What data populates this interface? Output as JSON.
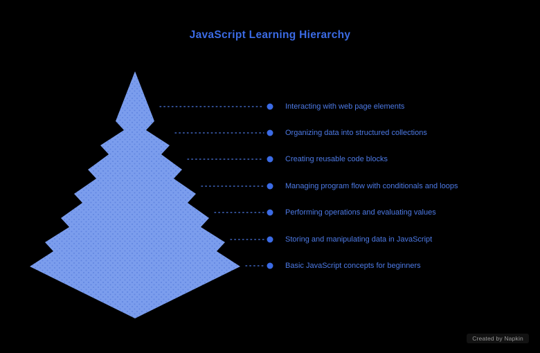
{
  "title": "JavaScript Learning Hierarchy",
  "watermark": "Created by Napkin",
  "colors": {
    "background": "#000000",
    "title_blue": "#3b6be5",
    "label_blue": "#4d7ae6",
    "shape_fill": "#7b9ded",
    "shape_dot_texture": "#6186e0",
    "marker_dot": "#3b6be5"
  },
  "icons": {
    "level_marker": "filled-circle-dot"
  },
  "levels": [
    {
      "label": "Interacting with web page elements"
    },
    {
      "label": "Organizing data into structured collections"
    },
    {
      "label": "Creating reusable code blocks"
    },
    {
      "label": "Managing program flow with conditionals and loops"
    },
    {
      "label": "Performing operations and evaluating values"
    },
    {
      "label": "Storing and manipulating data in JavaScript"
    },
    {
      "label": "Basic JavaScript concepts for beginners"
    }
  ]
}
